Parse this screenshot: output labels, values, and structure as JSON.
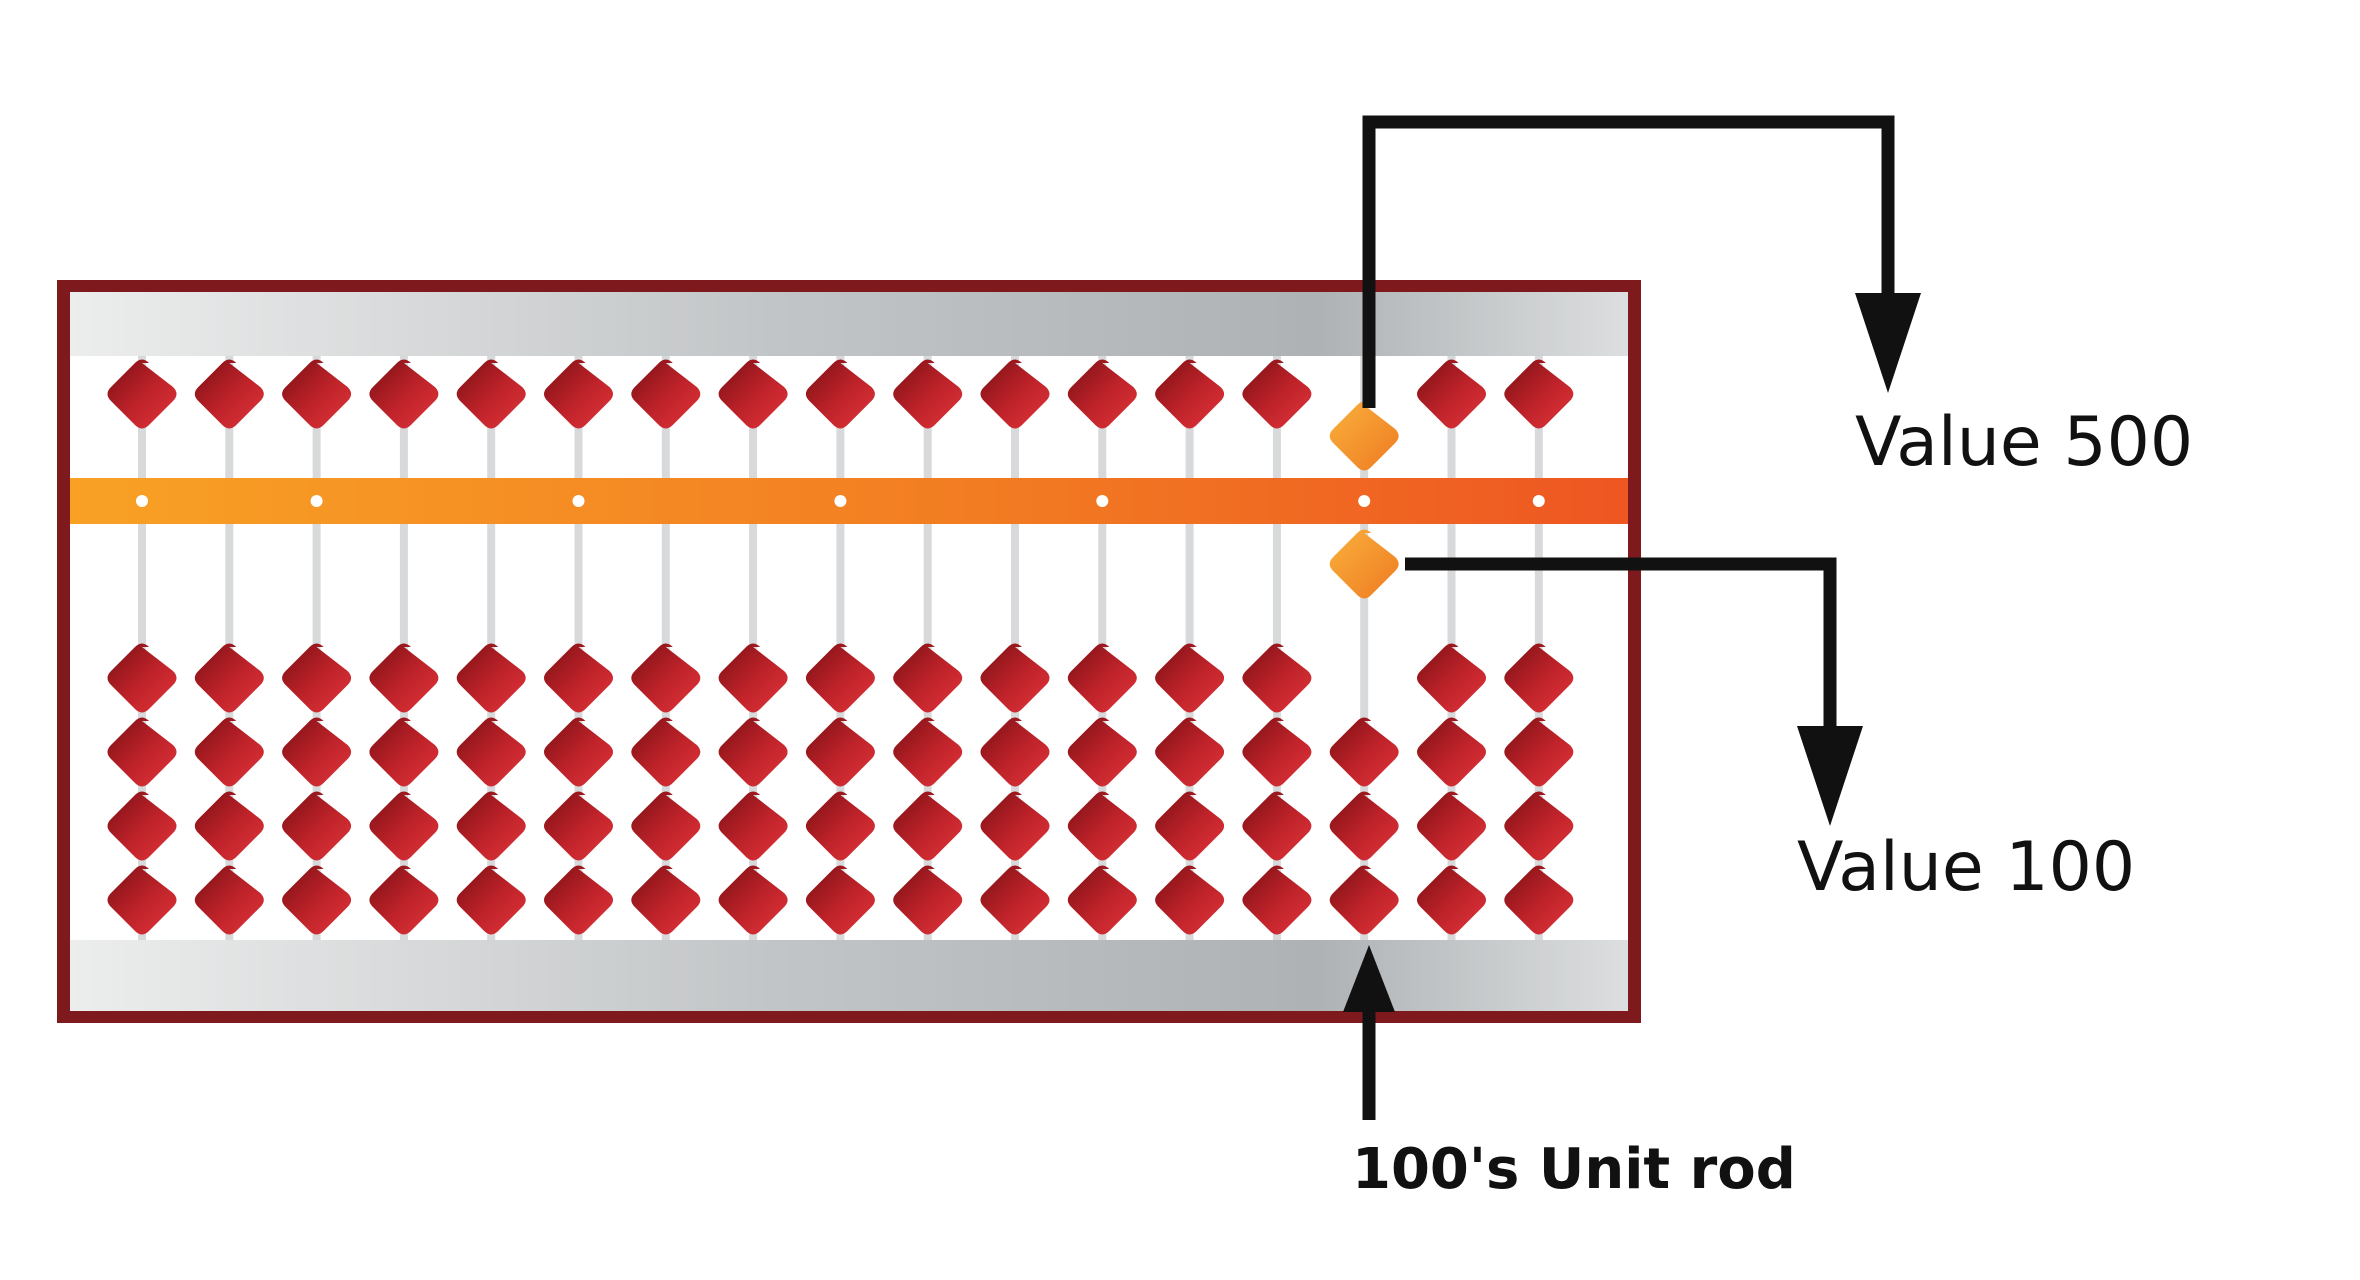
{
  "labels": {
    "upper_bead_value": "Value 500",
    "lower_bead_value": "Value 100",
    "rod_name": "100's Unit rod"
  },
  "abacus": {
    "rod_count": 17,
    "highlighted_rod": 15,
    "highlighted_upper_bead_set": true,
    "highlighted_lower_beads_set": 1,
    "lower_beads_per_rod": 4,
    "unit_dot_rods": [
      1,
      3,
      6,
      9,
      12,
      15,
      17
    ]
  },
  "colors": {
    "frame": "#7e1a1e",
    "rail": "#c4c7c9",
    "bar_start": "#f7a024",
    "bar_end": "#ef5a22",
    "bead_dark": "#8f1419",
    "bead_light": "#d92d34",
    "bead_highlight_dark": "#f07d22",
    "bead_highlight_light": "#f9b03b",
    "arrow": "#111111"
  }
}
